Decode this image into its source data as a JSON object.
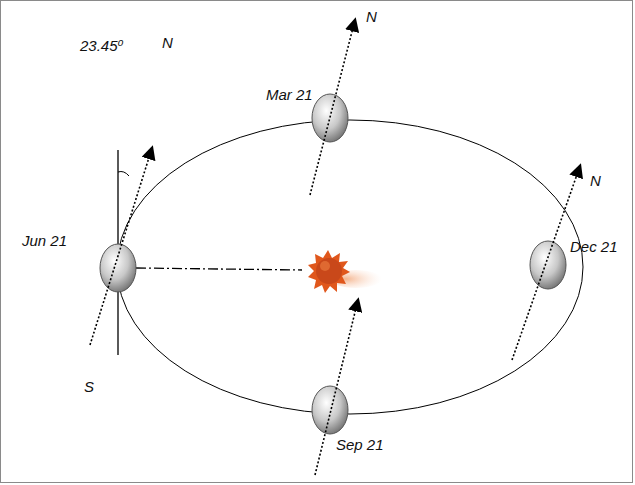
{
  "diagram": {
    "labels": [
      "23.45⁰",
      "N",
      "Mar 21",
      "N",
      "Jun 21",
      "N",
      "Dec 21",
      "S",
      "Sep 21"
    ]
  }
}
